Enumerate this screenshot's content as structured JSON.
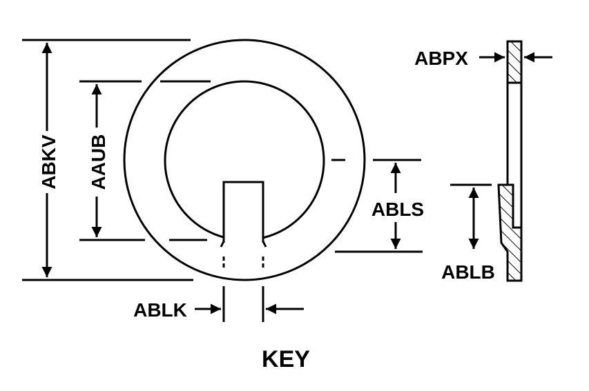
{
  "title": "KEY",
  "dimensions": {
    "abkv": "ABKV",
    "aaub": "AAUB",
    "abls": "ABLS",
    "ablk": "ABLK",
    "abpx": "ABPX",
    "ablb": "ABLB"
  },
  "colors": {
    "ink": "#000000",
    "background": "#ffffff"
  }
}
